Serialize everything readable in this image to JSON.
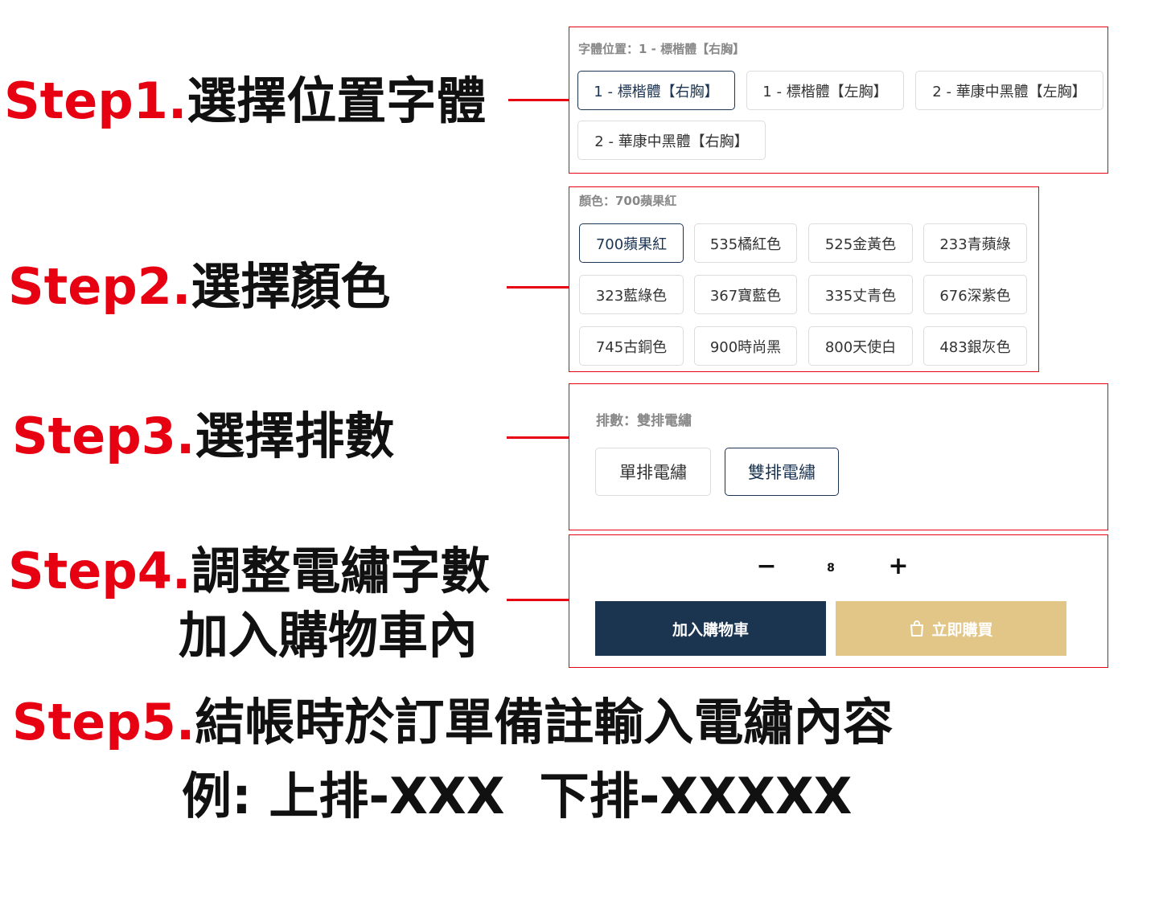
{
  "steps": [
    {
      "num": "Step1.",
      "text": "選擇位置字體"
    },
    {
      "num": "Step2.",
      "text": "選擇顏色"
    },
    {
      "num": "Step3.",
      "text": "選擇排數"
    },
    {
      "num": "Step4.",
      "text": "調整電繡字數",
      "subtext": "加入購物車內"
    },
    {
      "num": "Step5.",
      "text": "結帳時於訂單備註輸入電繡內容",
      "subtext": "例: 上排-XXX  下排-XXXXX"
    }
  ],
  "font_panel": {
    "title": "字體位置：1 - 標楷體【右胸】",
    "options": [
      "1 - 標楷體【右胸】",
      "1 - 標楷體【左胸】",
      "2 - 華康中黑體【左胸】",
      "2 - 華康中黑體【右胸】"
    ],
    "selected": "1 - 標楷體【右胸】"
  },
  "color_panel": {
    "title": "顏色：700蘋果紅",
    "options": [
      "700蘋果紅",
      "535橘紅色",
      "525金黃色",
      "233青蘋綠",
      "323藍綠色",
      "367寶藍色",
      "335丈青色",
      "676深紫色",
      "745古銅色",
      "900時尚黑",
      "800天使白",
      "483銀灰色"
    ],
    "selected": "700蘋果紅"
  },
  "rows_panel": {
    "title": "排數：雙排電繡",
    "options": [
      "單排電繡",
      "雙排電繡"
    ],
    "selected": "雙排電繡"
  },
  "cart_panel": {
    "minus": "−",
    "quantity": "8",
    "plus": "+",
    "add_to_cart": "加入購物車",
    "buy_now": "立即購買",
    "buy_icon": "shopping-bag-icon"
  },
  "colors": {
    "accent_red": "#e60012",
    "navy": "#1b3450",
    "gold": "#e2c687"
  }
}
